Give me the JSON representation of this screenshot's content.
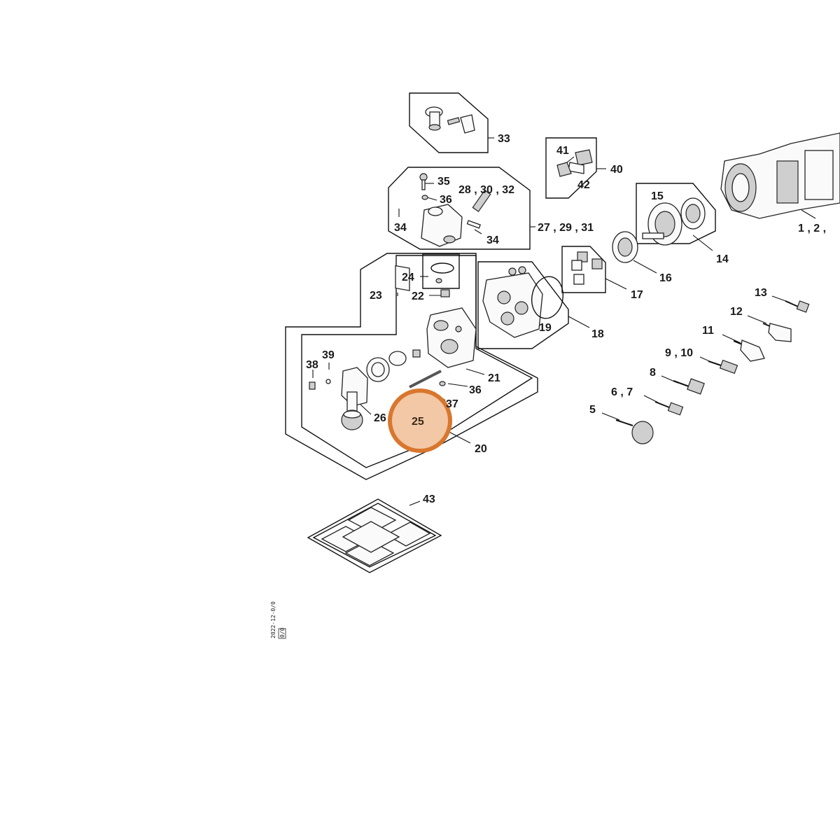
{
  "labels": [
    {
      "id": "33",
      "text": "33"
    },
    {
      "id": "41",
      "text": "41"
    },
    {
      "id": "40",
      "text": "40"
    },
    {
      "id": "42",
      "text": "42"
    },
    {
      "id": "35",
      "text": "35"
    },
    {
      "id": "36a",
      "text": "36"
    },
    {
      "id": "28-30-32",
      "text": "28 , 30 , 32"
    },
    {
      "id": "34a",
      "text": "34"
    },
    {
      "id": "34b",
      "text": "34"
    },
    {
      "id": "27-29-31",
      "text": "27 , 29 , 31"
    },
    {
      "id": "15",
      "text": "15"
    },
    {
      "id": "14",
      "text": "14"
    },
    {
      "id": "1-2",
      "text": "1 , 2 ,"
    },
    {
      "id": "16",
      "text": "16"
    },
    {
      "id": "17",
      "text": "17"
    },
    {
      "id": "24",
      "text": "24"
    },
    {
      "id": "23",
      "text": "23"
    },
    {
      "id": "22",
      "text": "22"
    },
    {
      "id": "19",
      "text": "19"
    },
    {
      "id": "18",
      "text": "18"
    },
    {
      "id": "13",
      "text": "13"
    },
    {
      "id": "12",
      "text": "12"
    },
    {
      "id": "11",
      "text": "11"
    },
    {
      "id": "9-10",
      "text": "9 , 10"
    },
    {
      "id": "8",
      "text": "8"
    },
    {
      "id": "6-7",
      "text": "6 , 7"
    },
    {
      "id": "5",
      "text": "5"
    },
    {
      "id": "39",
      "text": "39"
    },
    {
      "id": "38",
      "text": "38"
    },
    {
      "id": "21",
      "text": "21"
    },
    {
      "id": "36b",
      "text": "36"
    },
    {
      "id": "37",
      "text": "37"
    },
    {
      "id": "26",
      "text": "26"
    },
    {
      "id": "25",
      "text": "25"
    },
    {
      "id": "20",
      "text": "20"
    },
    {
      "id": "43",
      "text": "43"
    }
  ],
  "highlight": {
    "label": "25",
    "fill": "#f2c8a6",
    "stroke": "#d9772e"
  },
  "side_code": "2022-12-0/0",
  "side_code_box": "0/0"
}
